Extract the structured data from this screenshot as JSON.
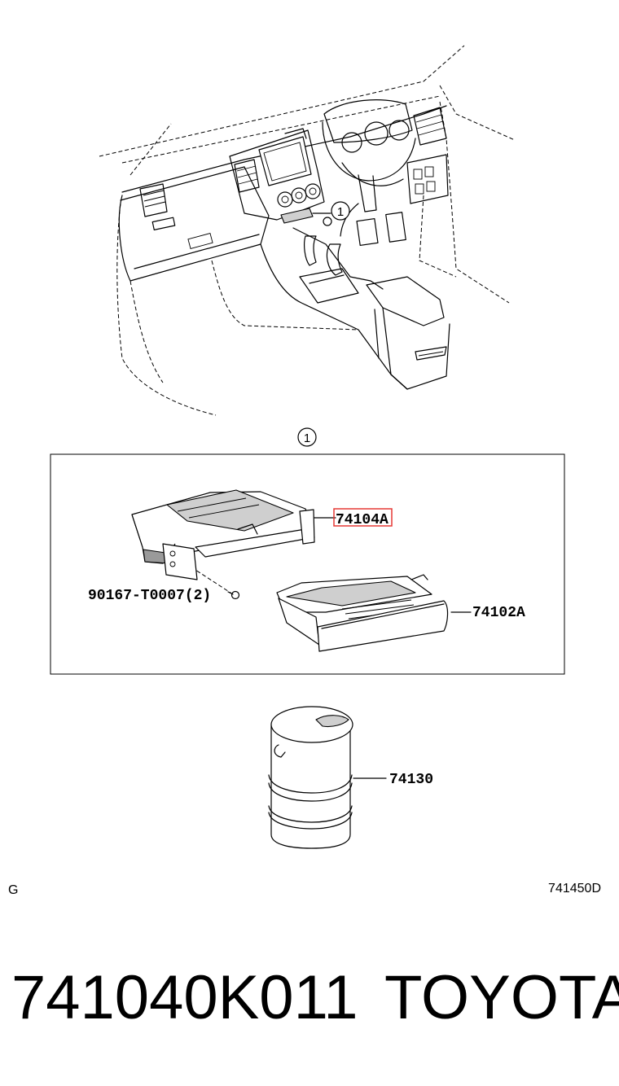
{
  "callout_top": "1",
  "callout_detail": "1",
  "parts": {
    "holder": "74104A",
    "screw": "90167-T0007(2)",
    "drawer": "74102A",
    "ashtray": "74130"
  },
  "highlight_color": "#e53935",
  "footer": {
    "left_code": "G",
    "right_code": "741450D"
  },
  "part_number": "741040K011",
  "brand": "TOYOTA"
}
